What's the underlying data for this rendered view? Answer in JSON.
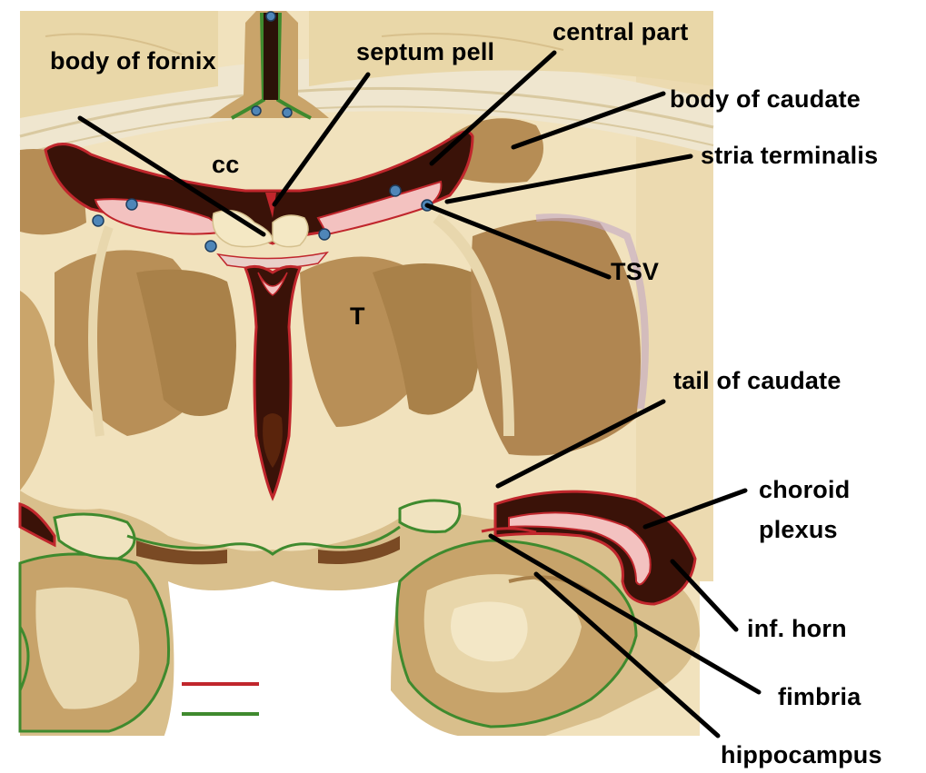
{
  "labels": {
    "body_of_fornix": "body of fornix",
    "septum_pell": "septum pell",
    "central_part": "central part",
    "body_of_caudate": "body of caudate",
    "stria_terminalis": "stria terminalis",
    "cc": "cc",
    "tsv": "TSV",
    "t": "T",
    "tail_of_caudate": "tail of caudate",
    "choroid_plexus_line1": "choroid",
    "choroid_plexus_line2": "plexus",
    "inf_horn": "inf. horn",
    "fimbria": "fimbria",
    "hippocampus": "hippocampus"
  },
  "legend": [
    {
      "color": "#c0262c"
    },
    {
      "color": "#3f8a2e"
    }
  ],
  "colors": {
    "tissue_light": "#f2e4bf",
    "tissue_mid": "#c9a46a",
    "tissue_dark": "#9c7343",
    "ventricle": "#3a1208",
    "ependyma_red": "#c0262c",
    "pia_green": "#3f8a2e",
    "choroid_pink": "#f3c2c0",
    "vessel_blue": "#4f86b8"
  }
}
